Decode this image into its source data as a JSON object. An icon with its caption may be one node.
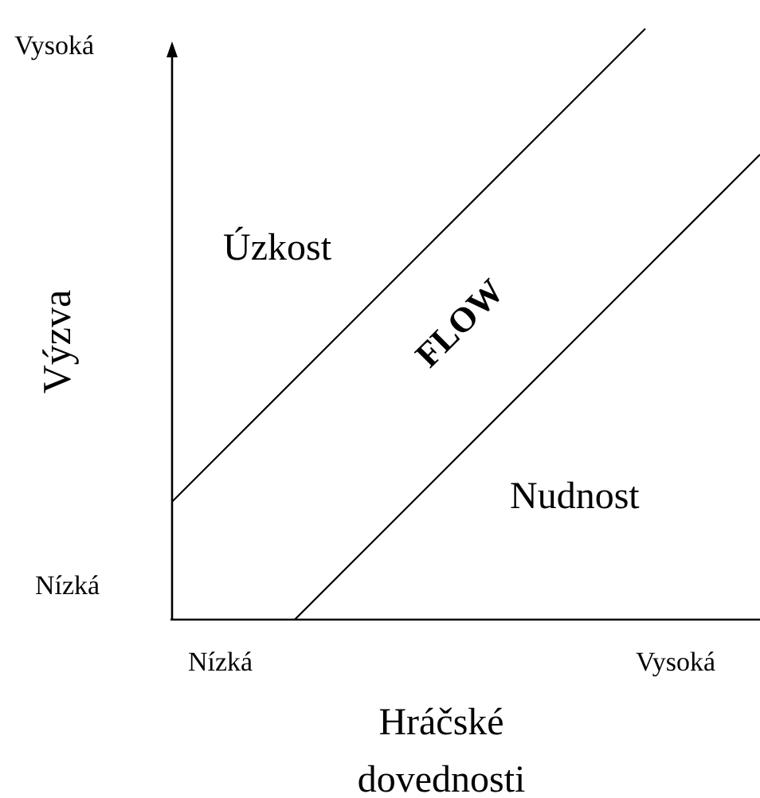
{
  "diagram": {
    "labels": [
      "Vysoká",
      "Úzkost",
      "FLOW",
      "Výzva",
      "Nudnost",
      "Nízká",
      "Nízká",
      "Vysoká",
      "Hráčské dovednosti"
    ]
  }
}
